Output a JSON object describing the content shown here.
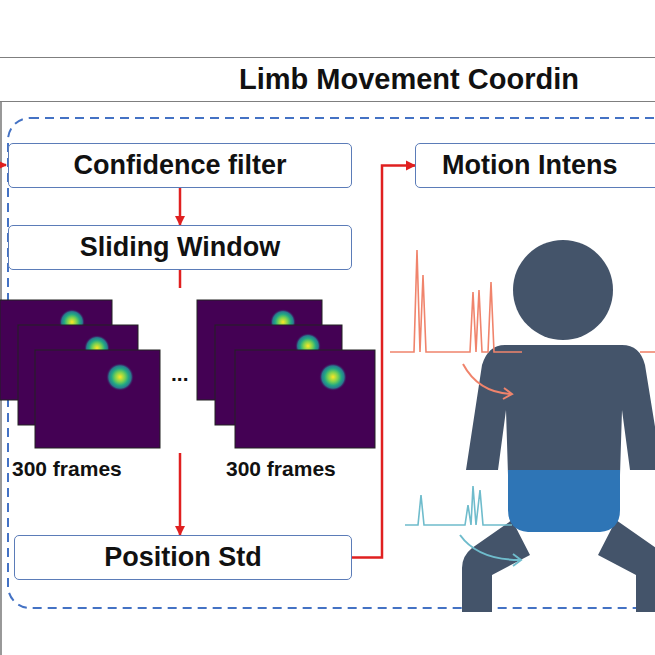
{
  "diagram": {
    "nodes": [
      {
        "text": [
          "Limb Movement Coordin"
        ]
      },
      {
        "text": [
          "Confidence filter"
        ]
      },
      {
        "text": [
          "Sliding Window"
        ]
      },
      {
        "text": [
          "Position Std"
        ]
      },
      {
        "text": [
          "Motion Intens"
        ]
      }
    ],
    "edges": [
      {
        "from": 1,
        "to": 2,
        "arrow": "to"
      },
      {
        "from": 2,
        "to": 3,
        "arrow": "to"
      },
      {
        "from": 3,
        "to": 4,
        "arrow": "to"
      }
    ],
    "labels": [
      "300 frames",
      "300 frames",
      "..."
    ]
  }
}
